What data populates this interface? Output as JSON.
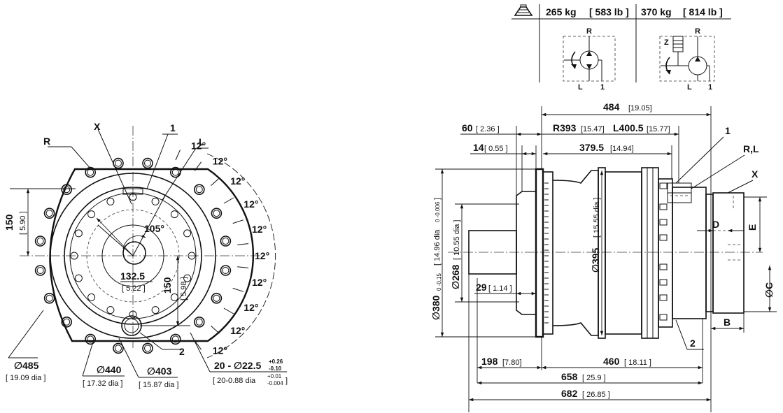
{
  "weights": {
    "col1": "265 kg",
    "col1_lb": "[ 583 lb ]",
    "col2": "370 kg",
    "col2_lb": "[ 814 lb ]"
  },
  "schematic": {
    "R": "R",
    "L": "L",
    "one": "1",
    "Z": "Z"
  },
  "front": {
    "label_X": "X",
    "label_1": "1",
    "label_R": "R",
    "label_L": "L",
    "label_2": "2",
    "d150": "150",
    "d150_in": "[ 5.90 ]",
    "angle105": "105°",
    "r1325": "132.5",
    "r1325_in": "[ 5.22 ]",
    "v150": "150",
    "v150_in": "[ 5.98 ]",
    "angle12": "12°",
    "d485": "∅485",
    "d485_in": "[ 19.09 dia ]",
    "d440": "∅440",
    "d440_in": "[ 17.32 dia ]",
    "d403": "∅403",
    "d403_in": "[ 15.87 dia ]",
    "holes": "20 - ∅22.5",
    "holes_tol_up": "+0.26",
    "holes_tol_dn": "-0.10",
    "holes_in": "[ 20-0.88 dia",
    "holes_in_tol_up": "+0.01",
    "holes_in_tol_dn": "-0.004",
    "holes_in_close": "]"
  },
  "side": {
    "d484": "484",
    "d484_in": "[19.05]",
    "d60": "60",
    "d60_in": "[ 2.36 ]",
    "r393": "R393",
    "r393_in": "[15.47]",
    "l4005": "L400.5",
    "l4005_in": "[15.77]",
    "d14": "14",
    "d14_in": "[ 0.55 ]",
    "d3795": "379.5",
    "d3795_in": "[14.94]",
    "d380": "∅380",
    "d380_tol": "0 -0.15",
    "d380_in": "[ 14.96 dia",
    "d380_in_tol": "0 -0.006",
    "d380_close": "]",
    "d268": "∅268",
    "d268_in": "[ 10.55 dia ]",
    "d395": "∅395",
    "d395_in": "[ 15.55 dia ]",
    "d29": "29",
    "d29_in": "[ 1.14 ]",
    "label_1": "1",
    "label_RL": "R,L",
    "label_X": "X",
    "label_D": "D",
    "label_E": "E",
    "label_C": "∅C",
    "label_B": "B",
    "label_2": "2",
    "d198": "198",
    "d198_in": "[7.80]",
    "d460": "460",
    "d460_in": "[ 18.11 ]",
    "d658": "658",
    "d658_in": "[ 25.9 ]",
    "d682": "682",
    "d682_in": "[ 26.85 ]"
  }
}
